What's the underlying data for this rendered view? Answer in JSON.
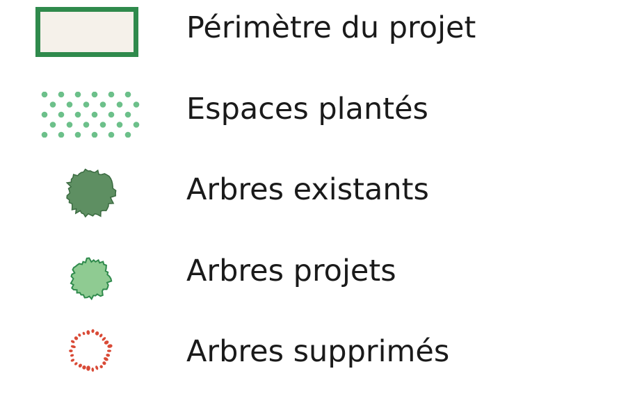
{
  "legend": {
    "items": [
      {
        "label": "Périmètre du projet",
        "symbol": "perimeter-rect",
        "fill": "#f5f1ea",
        "stroke": "#2f8a4c"
      },
      {
        "label": "Espaces plantés",
        "symbol": "dot-pattern",
        "color": "#6cc08a"
      },
      {
        "label": "Arbres existants",
        "symbol": "tree-canopy",
        "fill": "#5e8f62",
        "stroke": "#3a6a40"
      },
      {
        "label": "Arbres projets",
        "symbol": "tree-canopy",
        "fill": "#8fcb92",
        "stroke": "#2f8a4c"
      },
      {
        "label": "Arbres supprimés",
        "symbol": "tree-ring",
        "color": "#d94a36"
      }
    ]
  }
}
